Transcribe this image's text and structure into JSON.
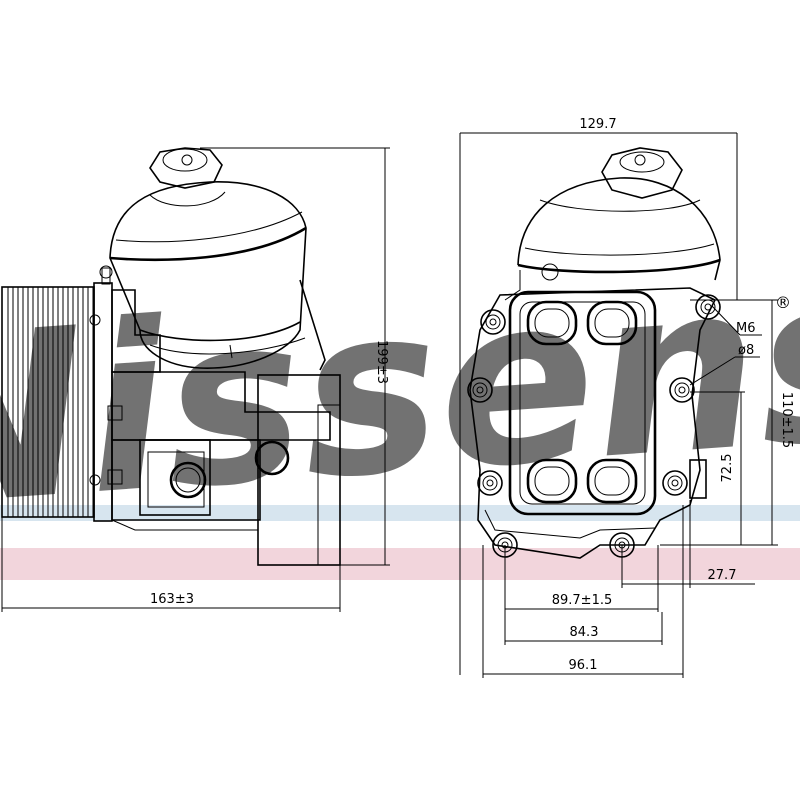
{
  "watermark": {
    "brand": "Nissens",
    "registered": "®",
    "band_color": "#bcd3e4",
    "stripe_color": "#f2d5dc"
  },
  "dimensions": {
    "overall_width_side": "163±3",
    "overall_height": "199±3",
    "overall_width_front": "129.7",
    "thread": "M6",
    "bolt_hole": "ø8",
    "port_vertical_spacing": "110±1.5",
    "inner_vertical": "72.5",
    "bottom_offset": "27.7",
    "port_spacing": "89.7±1.5",
    "inner_width": "84.3",
    "outer_width": "96.1"
  }
}
